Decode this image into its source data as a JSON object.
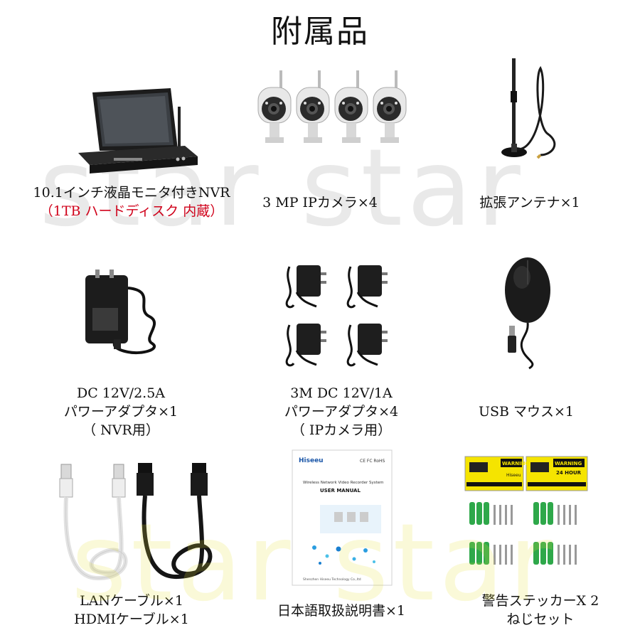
{
  "page": {
    "title": "附属品"
  },
  "watermarks": {
    "top": "star star",
    "bottom": "star star"
  },
  "items": [
    {
      "lines": [
        "10.1インチ液晶モニタ付きNVR",
        "（1TB ハードディスク 内蔵）"
      ]
    },
    {
      "lines": [
        "3 MP IPカメラ×4"
      ]
    },
    {
      "lines": [
        "拡張アンテナ×1"
      ]
    },
    {
      "lines": [
        "DC 12V/2.5A",
        "パワーアダプタ×1",
        "（ NVR用）"
      ]
    },
    {
      "lines": [
        "3M DC 12V/1A",
        "パワーアダプタ×4",
        "（ IPカメラ用）"
      ]
    },
    {
      "lines": [
        "USB マウス×1"
      ]
    },
    {
      "lines": [
        "LANケーブル×1",
        "HDMIケーブル×1"
      ]
    },
    {
      "lines": [
        "日本語取扱説明書×1"
      ]
    },
    {
      "lines": [
        "警告ステッカーX 2",
        "ねじセット"
      ]
    }
  ],
  "manual": {
    "brand": "Hiseeu",
    "cert": "CE FC RoHS",
    "subtitle": "Wireless Network Video Recorder System",
    "heading": "USER MANUAL",
    "footer": "Shenzhen Hiseeu Technology Co.,ltd"
  },
  "sticker": {
    "warning": "WARNING",
    "hours": "24 HOUR",
    "brand": "Hiseeu"
  },
  "colors": {
    "red_text": "#d0021b",
    "sticker_yellow": "#f5e400",
    "screw_green": "#2ea84a"
  }
}
